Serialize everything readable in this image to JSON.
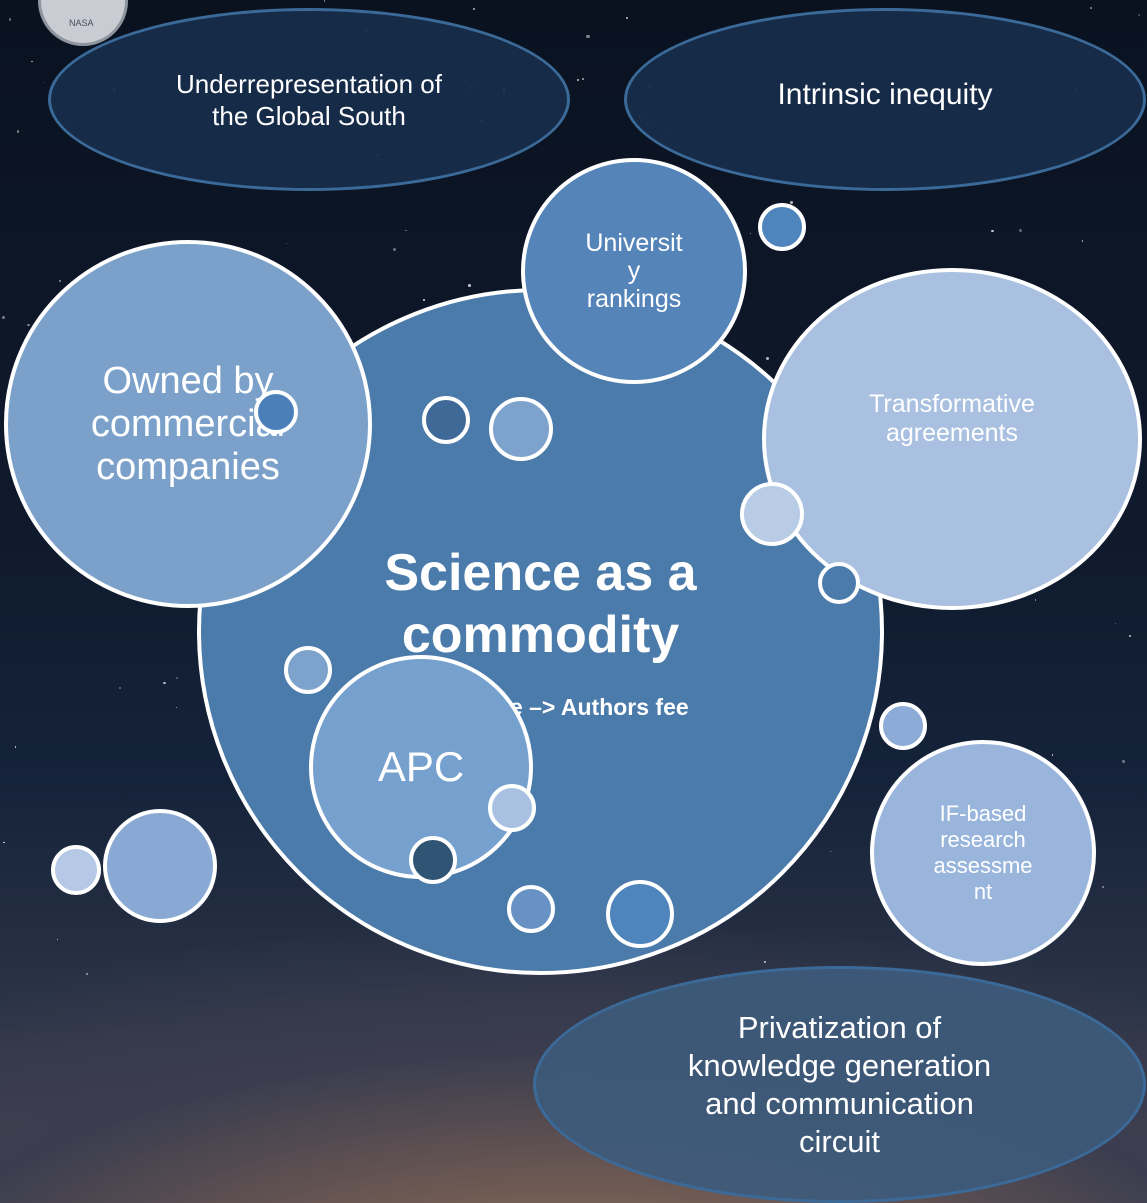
{
  "center": {
    "title": "Science as a commodity",
    "subtitle": "Readers fee –> Authors fee"
  },
  "nodes": {
    "global_south": "Underrepresentation of\nthe Global South",
    "inequity": "Intrinsic inequity",
    "rankings": "Universit\ny\nrankings",
    "owned": "Owned by\ncommercial\ncompanies",
    "transformative": "Transformative\nagreements",
    "if_assessment": "IF-based\nresearch\nassessme\nnt",
    "apc": "APC",
    "privatization": "Privatization of\nknowledge generation\nand communication\ncircuit"
  },
  "logo_text": "NASA",
  "colors": {
    "center_fill": "#4b7baa",
    "node_fill": "#7da3cd",
    "light_fill": "#a9c0e0",
    "dark_ellipse": "#182e4c",
    "accent": "#4f85bd"
  }
}
